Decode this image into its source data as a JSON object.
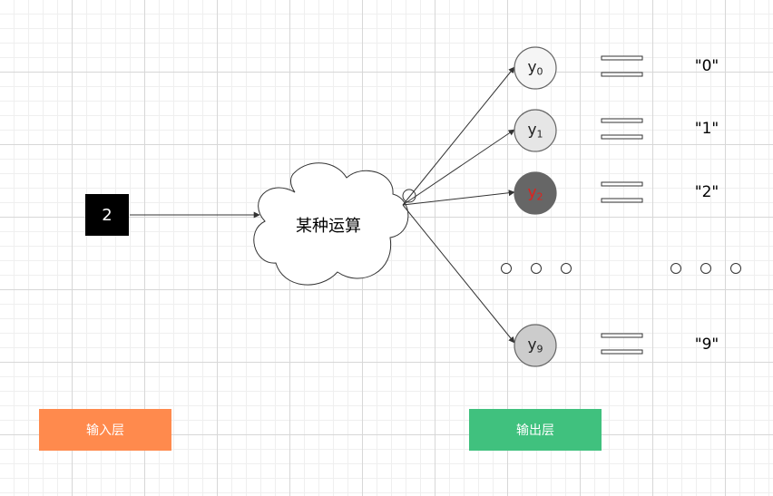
{
  "input": {
    "value": "2"
  },
  "cloud": {
    "label": "某种运算"
  },
  "outputs": [
    {
      "var": "y",
      "sub": "0",
      "result": "\"0\"",
      "fill": "#f5f5f5",
      "text_color": "#222222"
    },
    {
      "var": "y",
      "sub": "1",
      "result": "\"1\"",
      "fill": "#e6e6e6",
      "text_color": "#222222"
    },
    {
      "var": "y",
      "sub": "2",
      "result": "\"2\"",
      "fill": "#666666",
      "text_color": "#e0211d"
    },
    {
      "var": "y",
      "sub": "9",
      "result": "\"9\"",
      "fill": "#cccccc",
      "text_color": "#222222"
    }
  ],
  "layers": {
    "input": {
      "label": "输入层",
      "color": "#ff8a4d"
    },
    "output": {
      "label": "输出层",
      "color": "#40c17e"
    }
  },
  "colors": {
    "line": "#333333",
    "node_stroke": "#666666"
  }
}
